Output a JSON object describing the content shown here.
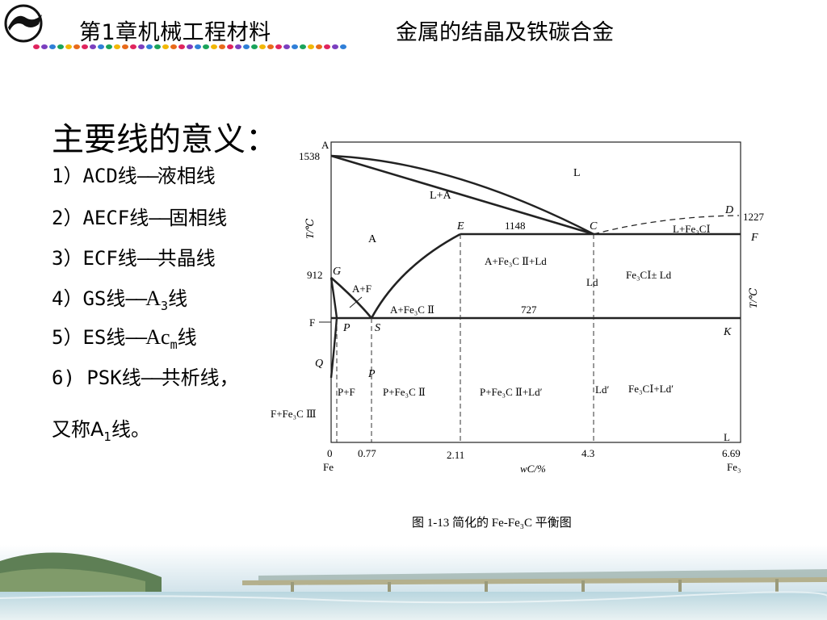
{
  "header": {
    "chapter": "第1章机械工程材料",
    "topic": "金属的结晶及铁碳合金"
  },
  "heading": "主要线的意义：",
  "items": [
    {
      "num": "1）",
      "line": "ACD线",
      "dash": "——",
      "meaning": "液相线"
    },
    {
      "num": "2）",
      "line": "AECF线",
      "dash": "——",
      "meaning": "固相线"
    },
    {
      "num": "3）",
      "line": "ECF线",
      "dash": "——",
      "meaning": "共晶线"
    },
    {
      "num": "4）",
      "line": "GS线",
      "dash": "——",
      "sym": "A",
      "sub": "3",
      "suffix": "线"
    },
    {
      "num": "5）",
      "line": "ES线",
      "dash": "——",
      "sym": "Ac",
      "sub": "m",
      "suffix": "线"
    },
    {
      "num": "6) ",
      "line": "PSK线",
      "dash": "——",
      "meaning": "共析线，"
    }
  ],
  "last_line": {
    "prefix": "又称A",
    "sub": "1",
    "suffix": "线。"
  },
  "diagram": {
    "points": {
      "A": "A",
      "C": "C",
      "D": "D",
      "E": "E",
      "F": "F",
      "G": "G",
      "K": "K",
      "L": "L",
      "P": "P",
      "P2": "P",
      "Q": "Q",
      "S": "S"
    },
    "temps": {
      "t1538": "1538",
      "t1227": "1227",
      "t1148": "1148",
      "t912": "912",
      "t727": "727",
      "tF": "F"
    },
    "phases": {
      "L": "L",
      "LA": "L+A",
      "A": "A",
      "AF": "A+F",
      "AFe3CII": "A+Fe₃C Ⅱ",
      "AFe3CIILd": "A+Fe₃C Ⅱ+Ld",
      "Ld": "Ld",
      "Fe3CILd": "Fe₃CⅠ± Ld",
      "LFe3CI": "L+Fe₃CⅠ",
      "PF": "P+F",
      "PFe3CII": "P+Fe₃C Ⅱ",
      "PFe3CIILd2": "P+Fe₃C Ⅱ+Ld′",
      "Ld2": "Ld′",
      "Fe3CILd2": "Fe₃CⅠ+Ld′",
      "FFe3CIII": "F+Fe₃C Ⅲ",
      "Lbottom": "L"
    },
    "axis": {
      "x0": "0",
      "x077": "0.77",
      "x211": "2.11",
      "x43": "4.3",
      "x669": "6.69",
      "left_end": "Fe",
      "right_end": "Fe₃",
      "xlabel": "wC/%",
      "ylabel_left": "T/℃",
      "ylabel_right": "T/℃"
    }
  },
  "caption": "图 1-13   简化的 Fe-Fe₃C 平衡图"
}
